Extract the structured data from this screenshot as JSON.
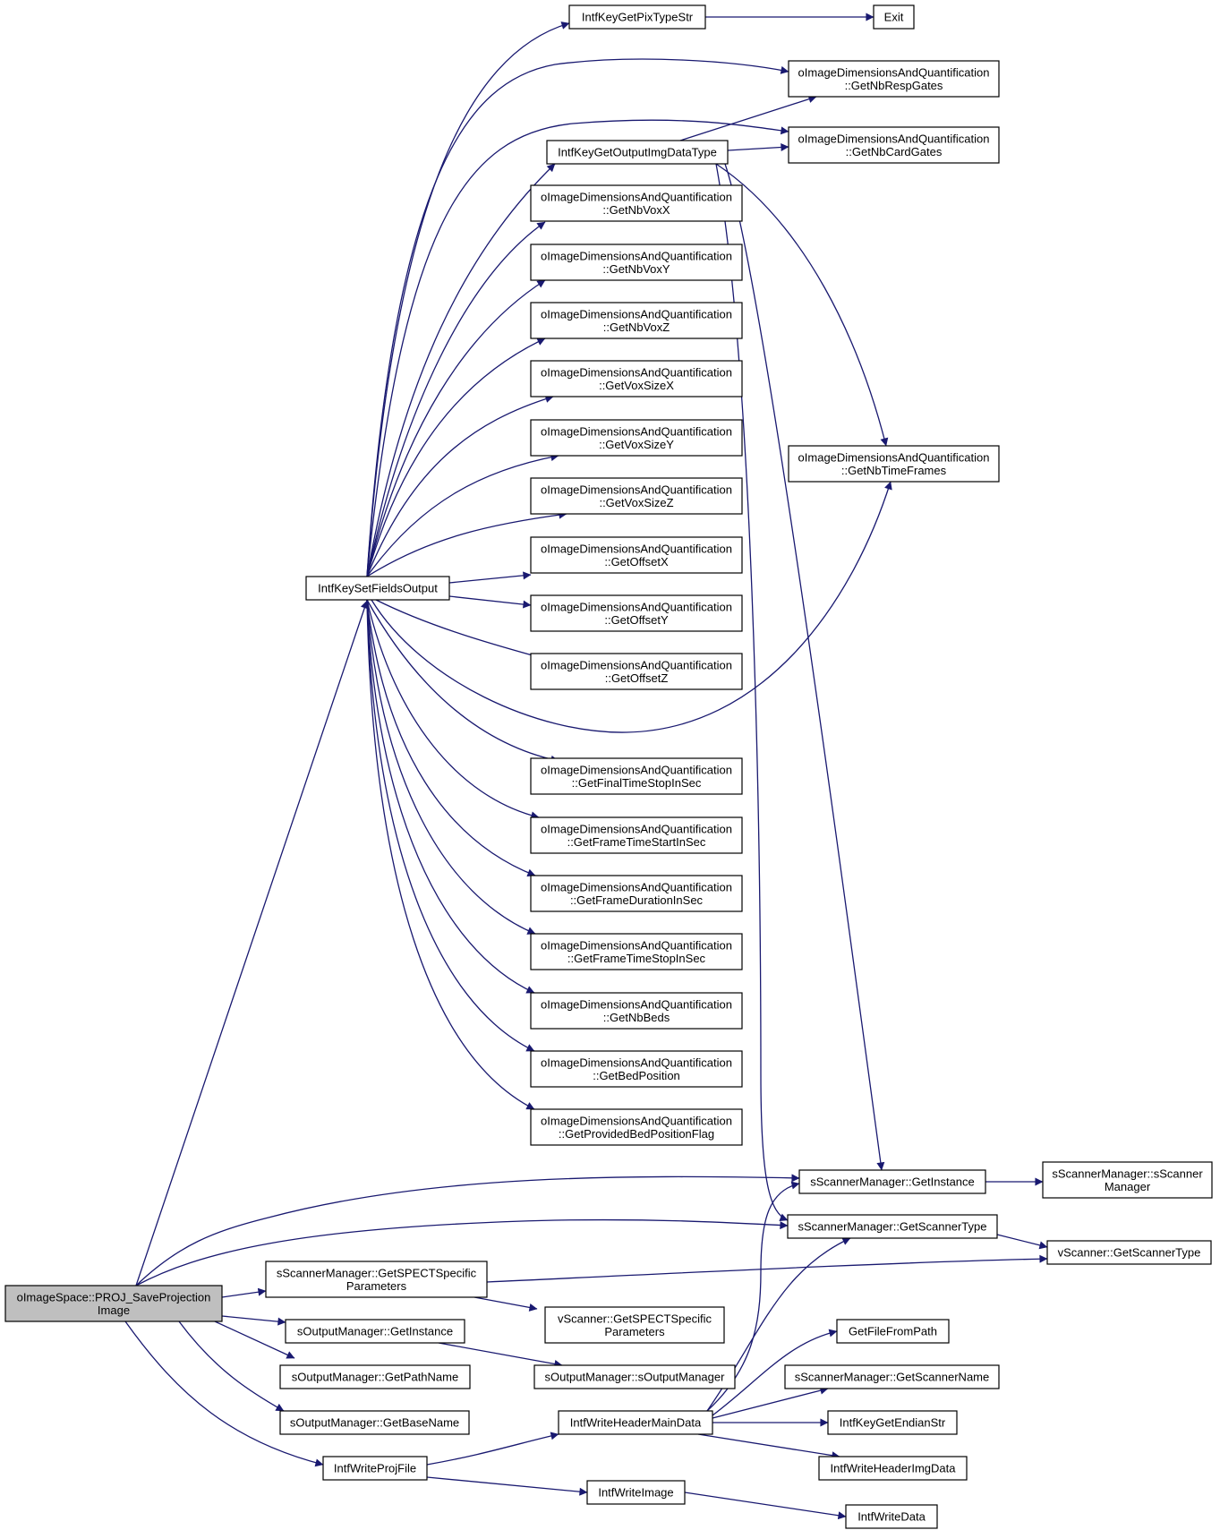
{
  "title": "",
  "diagram": {
    "colors": {
      "edge": "#191970",
      "root_fill": "#bfbfbf",
      "node_fill": "#ffffff",
      "node_border": "#000000"
    },
    "nodes": [
      {
        "id": "root",
        "lines": [
          "oImageSpace::PROJ_SaveProjection",
          "Image"
        ],
        "root": true
      },
      {
        "id": "setfields",
        "lines": [
          "IntfKeySetFieldsOutput"
        ]
      },
      {
        "id": "pixtype",
        "lines": [
          "IntfKeyGetPixTypeStr"
        ]
      },
      {
        "id": "exit",
        "lines": [
          "Exit"
        ]
      },
      {
        "id": "nbresp",
        "lines": [
          "oImageDimensionsAndQuantification",
          "::GetNbRespGates"
        ]
      },
      {
        "id": "nbcard",
        "lines": [
          "oImageDimensionsAndQuantification",
          "::GetNbCardGates"
        ]
      },
      {
        "id": "outimgtype",
        "lines": [
          "IntfKeyGetOutputImgDataType"
        ]
      },
      {
        "id": "nbtime",
        "lines": [
          "oImageDimensionsAndQuantification",
          "::GetNbTimeFrames"
        ]
      },
      {
        "id": "nbvoxx",
        "lines": [
          "oImageDimensionsAndQuantification",
          "::GetNbVoxX"
        ]
      },
      {
        "id": "nbvoxy",
        "lines": [
          "oImageDimensionsAndQuantification",
          "::GetNbVoxY"
        ]
      },
      {
        "id": "nbvoxz",
        "lines": [
          "oImageDimensionsAndQuantification",
          "::GetNbVoxZ"
        ]
      },
      {
        "id": "voxsizex",
        "lines": [
          "oImageDimensionsAndQuantification",
          "::GetVoxSizeX"
        ]
      },
      {
        "id": "voxsizey",
        "lines": [
          "oImageDimensionsAndQuantification",
          "::GetVoxSizeY"
        ]
      },
      {
        "id": "voxsizez",
        "lines": [
          "oImageDimensionsAndQuantification",
          "::GetVoxSizeZ"
        ]
      },
      {
        "id": "offsetx",
        "lines": [
          "oImageDimensionsAndQuantification",
          "::GetOffsetX"
        ]
      },
      {
        "id": "offsety",
        "lines": [
          "oImageDimensionsAndQuantification",
          "::GetOffsetY"
        ]
      },
      {
        "id": "offsetz",
        "lines": [
          "oImageDimensionsAndQuantification",
          "::GetOffsetZ"
        ]
      },
      {
        "id": "finaltime",
        "lines": [
          "oImageDimensionsAndQuantification",
          "::GetFinalTimeStopInSec"
        ]
      },
      {
        "id": "framestart",
        "lines": [
          "oImageDimensionsAndQuantification",
          "::GetFrameTimeStartInSec"
        ]
      },
      {
        "id": "framedur",
        "lines": [
          "oImageDimensionsAndQuantification",
          "::GetFrameDurationInSec"
        ]
      },
      {
        "id": "framestop",
        "lines": [
          "oImageDimensionsAndQuantification",
          "::GetFrameTimeStopInSec"
        ]
      },
      {
        "id": "nbbeds",
        "lines": [
          "oImageDimensionsAndQuantification",
          "::GetNbBeds"
        ]
      },
      {
        "id": "bedpos",
        "lines": [
          "oImageDimensionsAndQuantification",
          "::GetBedPosition"
        ]
      },
      {
        "id": "bedflag",
        "lines": [
          "oImageDimensionsAndQuantification",
          "::GetProvidedBedPositionFlag"
        ]
      },
      {
        "id": "scanmgrinst",
        "lines": [
          "sScannerManager::GetInstance"
        ]
      },
      {
        "id": "scanmgrctor",
        "lines": [
          "sScannerManager::sScanner",
          "Manager"
        ]
      },
      {
        "id": "scanmgrtype",
        "lines": [
          "sScannerManager::GetScannerType"
        ]
      },
      {
        "id": "vscantype",
        "lines": [
          "vScanner::GetScannerType"
        ]
      },
      {
        "id": "spectparams",
        "lines": [
          "sScannerManager::GetSPECTSpecific",
          "Parameters"
        ]
      },
      {
        "id": "vspectparams",
        "lines": [
          "vScanner::GetSPECTSpecific",
          "Parameters"
        ]
      },
      {
        "id": "outmgrinst",
        "lines": [
          "sOutputManager::GetInstance"
        ]
      },
      {
        "id": "outmgrctor",
        "lines": [
          "sOutputManager::sOutputManager"
        ]
      },
      {
        "id": "pathname",
        "lines": [
          "sOutputManager::GetPathName"
        ]
      },
      {
        "id": "basename",
        "lines": [
          "sOutputManager::GetBaseName"
        ]
      },
      {
        "id": "writeproj",
        "lines": [
          "IntfWriteProjFile"
        ]
      },
      {
        "id": "writehdrmain",
        "lines": [
          "IntfWriteHeaderMainData"
        ]
      },
      {
        "id": "filefrompath",
        "lines": [
          "GetFileFromPath"
        ]
      },
      {
        "id": "scannername",
        "lines": [
          "sScannerManager::GetScannerName"
        ]
      },
      {
        "id": "endianstr",
        "lines": [
          "IntfKeyGetEndianStr"
        ]
      },
      {
        "id": "writehdrimg",
        "lines": [
          "IntfWriteHeaderImgData"
        ]
      },
      {
        "id": "writeimage",
        "lines": [
          "IntfWriteImage"
        ]
      },
      {
        "id": "writedata",
        "lines": [
          "IntfWriteData"
        ]
      }
    ]
  }
}
